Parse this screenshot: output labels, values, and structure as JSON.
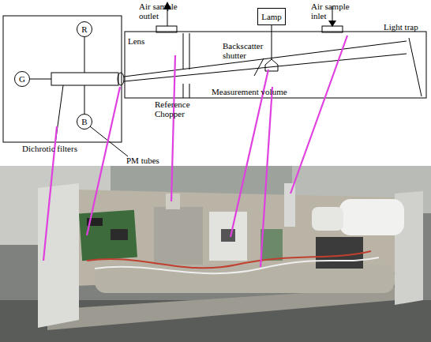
{
  "diagram": {
    "nodes": [
      {
        "text": [
          "Lamp"
        ]
      },
      {
        "text": [
          "R"
        ]
      },
      {
        "text": [
          "G"
        ]
      },
      {
        "text": [
          "B"
        ]
      }
    ],
    "labels": [
      "Air sample outlet",
      "Air sample inlet",
      "Backscatter shutter",
      "Light trap",
      "Lens",
      "Reference Chopper",
      "Measurement volume",
      "Dichrotic filters",
      "PM tubes"
    ]
  }
}
